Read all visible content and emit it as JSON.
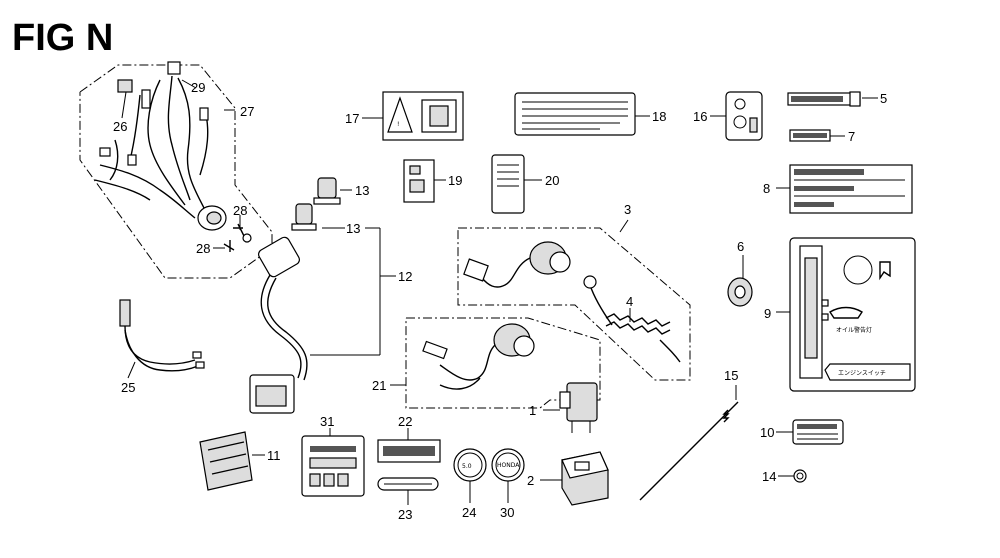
{
  "figure": {
    "title": "FIG N"
  },
  "callouts": {
    "c1": "1",
    "c2": "2",
    "c3": "3",
    "c4": "4",
    "c5": "5",
    "c6": "6",
    "c7": "7",
    "c8": "8",
    "c9": "9",
    "c10": "10",
    "c11": "11",
    "c12": "12",
    "c13a": "13",
    "c13b": "13",
    "c14": "14",
    "c15": "15",
    "c16": "16",
    "c17": "17",
    "c18": "18",
    "c19": "19",
    "c20": "20",
    "c21": "21",
    "c22": "22",
    "c23": "23",
    "c24": "24",
    "c25": "25",
    "c26": "26",
    "c27": "27",
    "c28a": "28",
    "c28b": "28",
    "c29": "29",
    "c30": "30",
    "c31": "31"
  },
  "label_text": {
    "label9_bottom": "エンジンスイッチ",
    "label9_oil": "オイル警告灯",
    "medallion24": "5.0",
    "medallion30": "HONDA"
  }
}
